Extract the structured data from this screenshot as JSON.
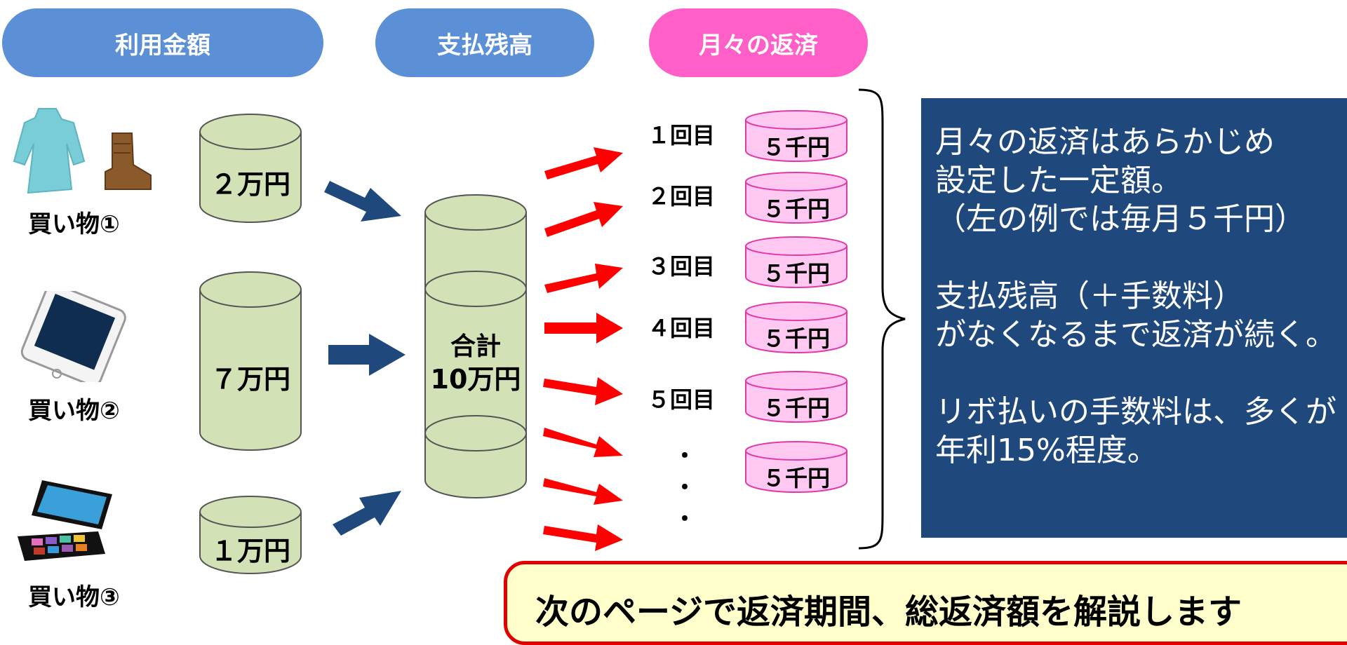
{
  "headers": {
    "usage": "利用金額",
    "balance": "支払残高",
    "monthly": "月々の返済"
  },
  "colors": {
    "blue_header": "#5b8fd6",
    "pink_header": "#ff5fc6",
    "cylinder_green": "#d3e2b6",
    "cylinder_pink": "#ffc8f0",
    "blue_arrow": "#1f497d",
    "red_arrow": "#ff0000",
    "box_blue": "#1f497d"
  },
  "purchases": [
    {
      "label": "買い物①",
      "amount": "２万円",
      "icon": "clothes-and-boot-icon"
    },
    {
      "label": "買い物②",
      "amount": "７万円",
      "icon": "tablet-icon"
    },
    {
      "label": "買い物③",
      "amount": "１万円",
      "icon": "makeup-palette-icon"
    }
  ],
  "total": {
    "line1": "合計",
    "line2": "10万円"
  },
  "payments": [
    {
      "label": "１回目",
      "amount": "５千円"
    },
    {
      "label": "２回目",
      "amount": "５千円"
    },
    {
      "label": "３回目",
      "amount": "５千円"
    },
    {
      "label": "４回目",
      "amount": "５千円"
    },
    {
      "label": "５回目",
      "amount": "５千円"
    },
    {
      "label": "・",
      "amount": "５千円"
    }
  ],
  "dots": [
    "・",
    "・"
  ],
  "explanation": [
    "月々の返済はあらかじめ",
    "設定した一定額。",
    "（左の例では毎月５千円）",
    "",
    "支払残高（＋手数料）",
    "がなくなるまで返済が続く。",
    "",
    "リボ払いの手数料は、多くが",
    "年利15%程度。"
  ],
  "notice": "次のページで返済期間、総返済額を解説します"
}
